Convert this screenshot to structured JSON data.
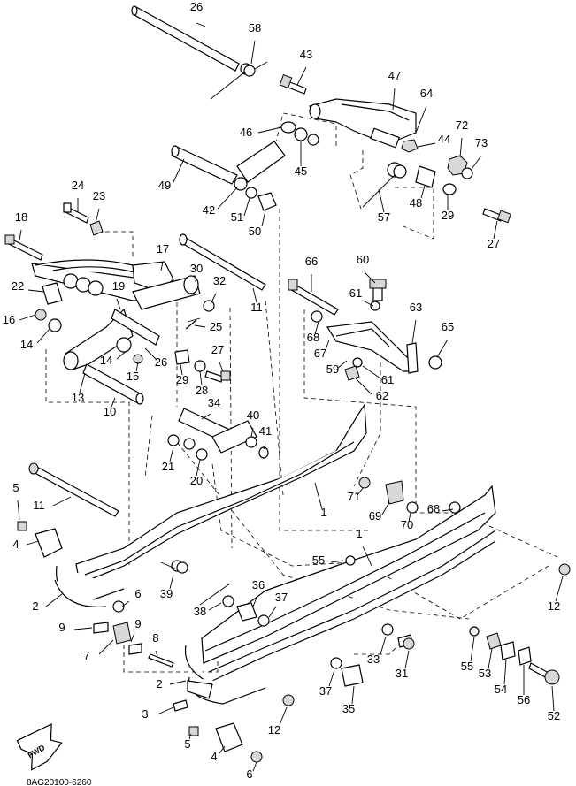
{
  "diagram": {
    "fwd_label": "FWD",
    "drawing_code": "8AG20100-6260",
    "callouts": [
      "26",
      "58",
      "43",
      "47",
      "64",
      "72",
      "73",
      "44",
      "46",
      "45",
      "49",
      "42",
      "51",
      "50",
      "57",
      "48",
      "29",
      "27",
      "24",
      "23",
      "18",
      "17",
      "30",
      "32",
      "11",
      "66",
      "60",
      "61",
      "63",
      "65",
      "22",
      "19",
      "16",
      "14",
      "25",
      "68",
      "67",
      "59",
      "61",
      "62",
      "14",
      "26",
      "15",
      "29",
      "28",
      "27",
      "13",
      "10",
      "34",
      "40",
      "41",
      "21",
      "20",
      "1",
      "71",
      "69",
      "70",
      "68",
      "5",
      "11",
      "1",
      "55",
      "12",
      "4",
      "6",
      "39",
      "36",
      "37",
      "2",
      "38",
      "9",
      "9",
      "7",
      "8",
      "33",
      "31",
      "55",
      "53",
      "54",
      "56",
      "52",
      "2",
      "37",
      "35",
      "3",
      "12",
      "5",
      "4",
      "6"
    ]
  }
}
